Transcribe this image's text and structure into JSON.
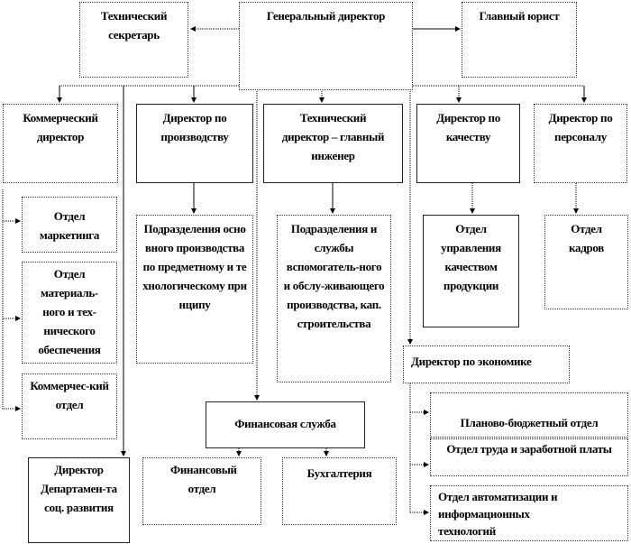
{
  "nodes": {
    "general_director": "Генеральный директор",
    "tech_secretary": "Технический секретарь",
    "chief_lawyer": "Главный юрист",
    "commercial_director": "Коммерческий директор",
    "production_director": "Директор по производству",
    "technical_director": "Технический директор – главный инженер",
    "quality_director": "Директор по качеству",
    "personnel_director": "Директор по персоналу",
    "marketing_dept": "Отдел маркетинга",
    "logistics_dept": "Отдел материаль-ного и тех-нического обеспечения",
    "commercial_dept": "Коммерчес-кий отдел",
    "main_production_units": "Подразделения основного производства по предметному и технологическому принципу",
    "auxiliary_units": "Подразделения и службы вспомогатель-ного и обслу-живающего производства, кап. строительства",
    "quality_dept": "Отдел управления качеством продукции",
    "hr_dept": "Отдел кадров",
    "economics_director": "Директор по экономике",
    "finance_service": "Финансовая служба",
    "planning_budget_dept": "Планово-бюджетный отдел",
    "labor_wages_dept": "Отдел труда и заработной платы",
    "automation_it_dept": "Отдел автоматизации и информационных технологий",
    "finance_dept": "Финансовый отдел",
    "accounting": "Бухгалтерия",
    "social_dev_director": "Директор Департамен-та соц. развития"
  }
}
